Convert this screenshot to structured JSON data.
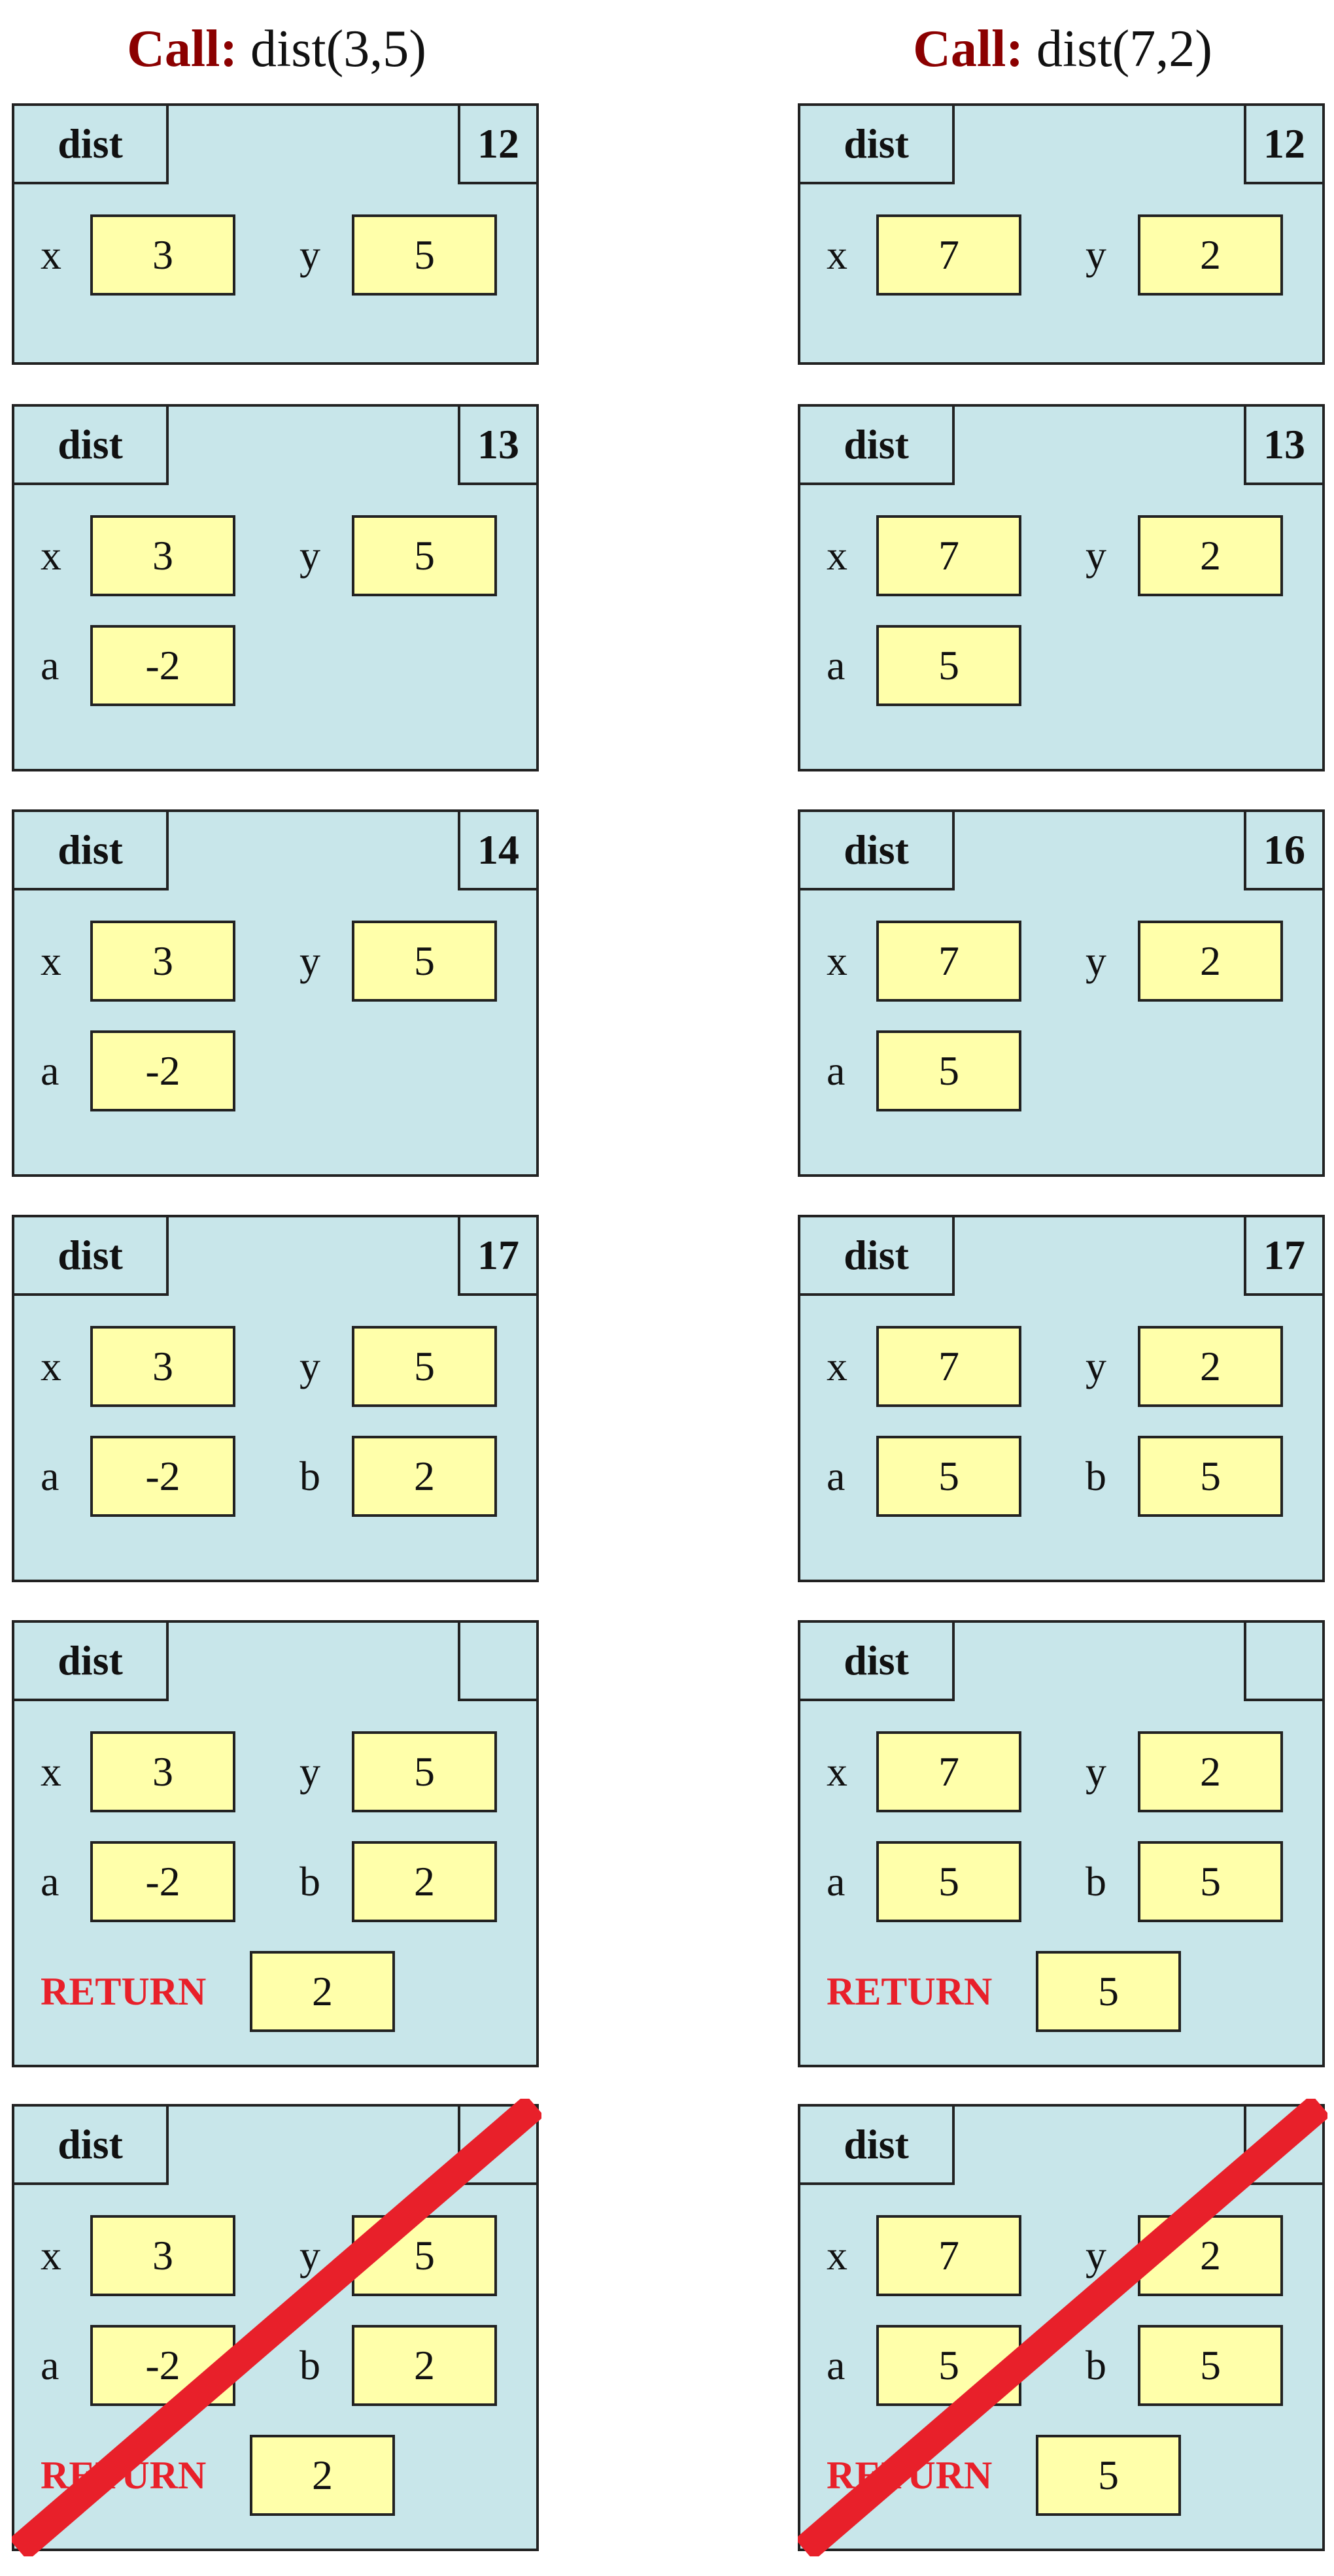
{
  "call_label": "Call:",
  "frame_name": "dist",
  "return_label": "RETURN",
  "cross_out_color": "#e8202a",
  "frame_color": "#c8e6ea",
  "box_color": "#ffffaa",
  "columns": [
    {
      "call_expr": "dist(3,5)",
      "frames": [
        {
          "line": "12",
          "x": "3",
          "y": "5"
        },
        {
          "line": "13",
          "x": "3",
          "y": "5",
          "a": "-2"
        },
        {
          "line": "14",
          "x": "3",
          "y": "5",
          "a": "-2"
        },
        {
          "line": "17",
          "x": "3",
          "y": "5",
          "a": "-2",
          "b": "2"
        },
        {
          "line": "",
          "x": "3",
          "y": "5",
          "a": "-2",
          "b": "2",
          "return": "2"
        },
        {
          "line": "",
          "x": "3",
          "y": "5",
          "a": "-2",
          "b": "2",
          "return": "2",
          "erased": true
        }
      ]
    },
    {
      "call_expr": "dist(7,2)",
      "frames": [
        {
          "line": "12",
          "x": "7",
          "y": "2"
        },
        {
          "line": "13",
          "x": "7",
          "y": "2",
          "a": "5"
        },
        {
          "line": "16",
          "x": "7",
          "y": "2",
          "a": "5"
        },
        {
          "line": "17",
          "x": "7",
          "y": "2",
          "a": "5",
          "b": "5"
        },
        {
          "line": "",
          "x": "7",
          "y": "2",
          "a": "5",
          "b": "5",
          "return": "5"
        },
        {
          "line": "",
          "x": "7",
          "y": "2",
          "a": "5",
          "b": "5",
          "return": "5",
          "erased": true
        }
      ]
    }
  ]
}
